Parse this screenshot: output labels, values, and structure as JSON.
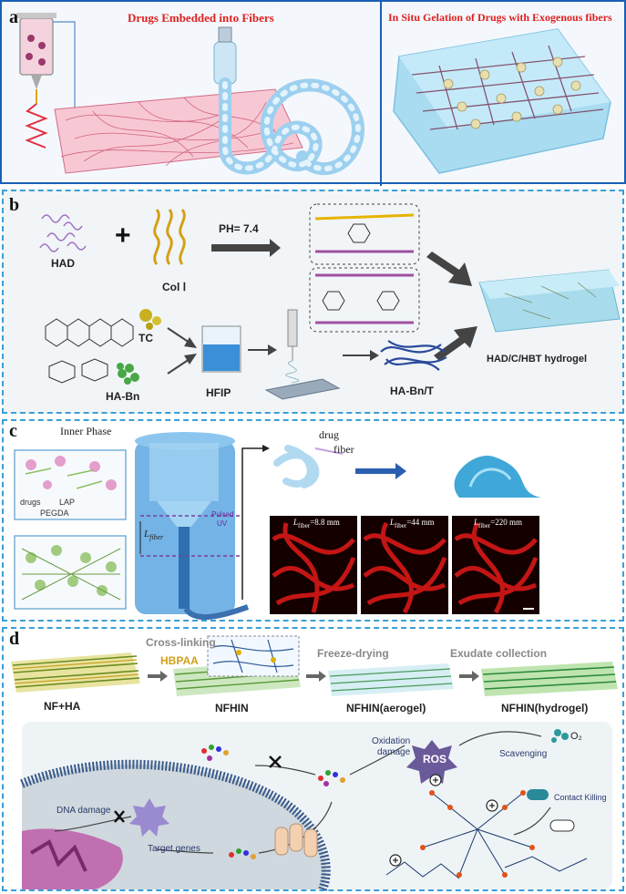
{
  "panel_a": {
    "label": "a",
    "left_title": "Drugs Embedded into Fibers",
    "right_title": "In Situ Gelation of Drugs with Exogenous fibers",
    "colors": {
      "title": "#e02020",
      "border": "#1a5fb4"
    }
  },
  "panel_b": {
    "label": "b",
    "had": "HAD",
    "plus": "+",
    "col": "Col Ⅰ",
    "ph": "PH= 7.4",
    "tc": "TC",
    "haBn": "HA-Bn",
    "hfip": "HFIP",
    "haBnT": "HA-Bn/T",
    "hydrogel": "HAD/C/HBT hydrogel"
  },
  "panel_c": {
    "label": "c",
    "inner_phase": "Inner Phase",
    "drugs": "drugs",
    "lap": "LAP",
    "pegda": "PEGDA",
    "pulsed": "Pulsed",
    "uv": "UV",
    "l_fiber": "L",
    "l_fiber_sub": "fiber",
    "drug": "drug",
    "fiber": "fiber",
    "micro": [
      {
        "prefix": "L",
        "sub": "fiber",
        "value": "=8.8 mm"
      },
      {
        "prefix": "L",
        "sub": "fiber",
        "value": "=44 mm"
      },
      {
        "prefix": "L",
        "sub": "fiber",
        "value": "=220 mm"
      }
    ]
  },
  "panel_d": {
    "label": "d",
    "crosslinking": "Cross-linking",
    "hbpaa": "HBPAA",
    "freeze": "Freeze-drying",
    "exudate": "Exudate collection",
    "steps": [
      "NF+HA",
      "NFHIN",
      "NFHIN(aerogel)",
      "NFHIN(hydrogel)"
    ],
    "oxidation1": "Oxidation",
    "oxidation2": "damage",
    "ros": "ROS",
    "scavenging": "Scavenging",
    "o2": "O₂",
    "dna": "DNA damage",
    "target": "Target genes",
    "contact": "Contact Killing",
    "colors": {
      "hbpaa": "#d4a017",
      "border": "#3a9fd8"
    }
  }
}
